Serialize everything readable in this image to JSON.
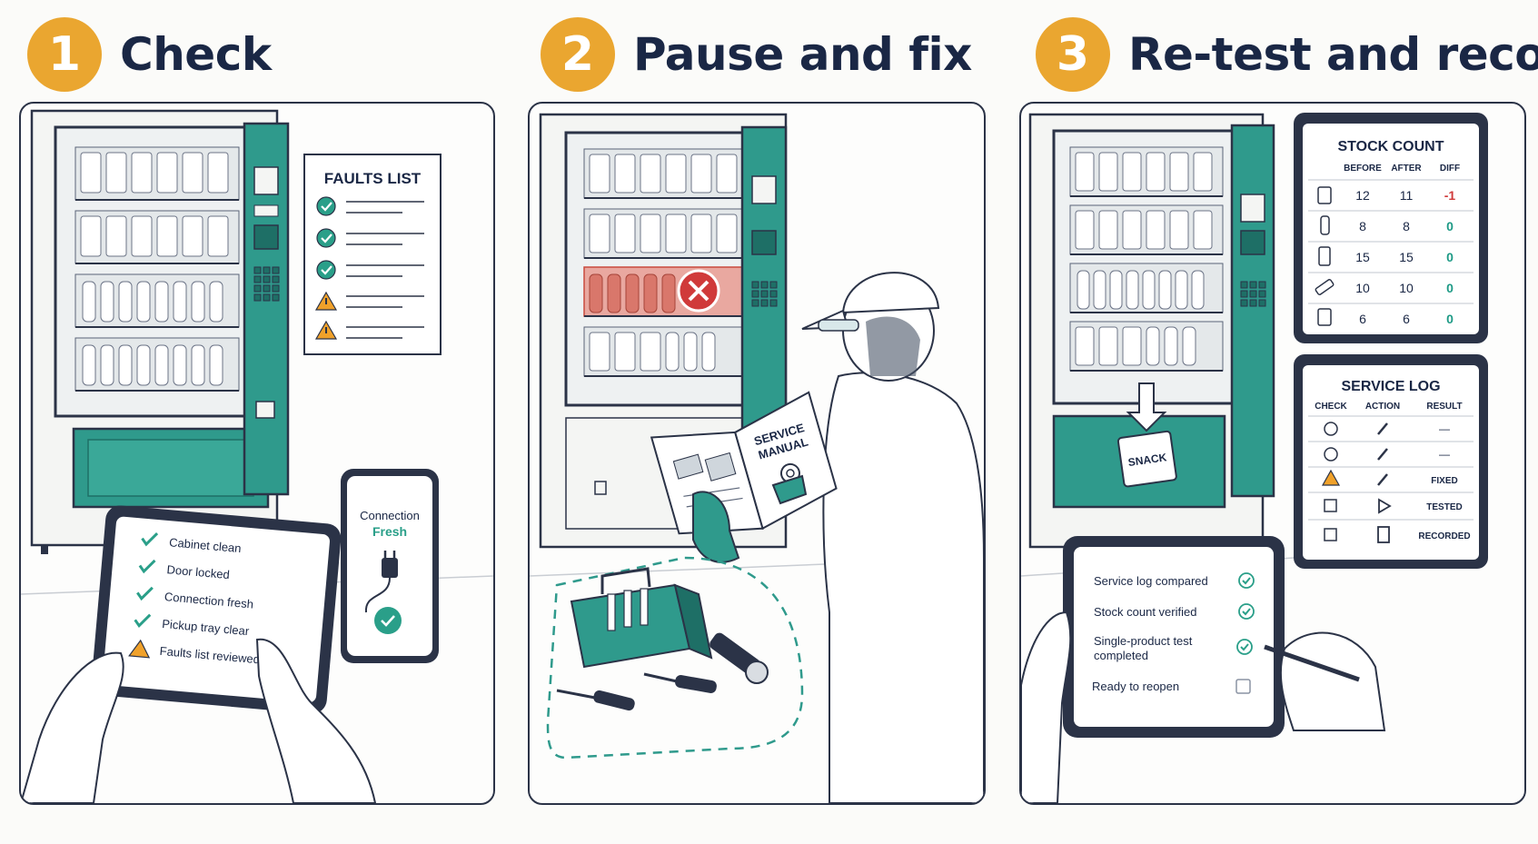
{
  "colors": {
    "teal": "#2f9a8c",
    "teal_dark": "#1e6f66",
    "badge_orange": "#eaa630",
    "navy": "#1a2745",
    "check_green": "#2a9f89",
    "warn_orange": "#f0a12a",
    "error_red": "#d03a3a",
    "fault_tint": "#e9a8a0"
  },
  "steps": [
    {
      "number": "1",
      "title": "Check"
    },
    {
      "number": "2",
      "title": "Pause and fix"
    },
    {
      "number": "3",
      "title": "Re-test and record"
    }
  ],
  "panel1": {
    "faults_list": {
      "title": "FAULTS LIST",
      "entries": [
        "check-icon",
        "check-icon",
        "check-icon",
        "warning-icon",
        "warning-icon"
      ]
    },
    "tablet_checklist": [
      {
        "label": "Cabinet clean",
        "icon": "check-icon"
      },
      {
        "label": "Door locked",
        "icon": "check-icon"
      },
      {
        "label": "Connection fresh",
        "icon": "check-icon"
      },
      {
        "label": "Pickup tray clear",
        "icon": "check-icon"
      },
      {
        "label": "Faults list reviewed",
        "icon": "warning-icon"
      }
    ],
    "phone": {
      "line1": "Connection",
      "line2": "Fresh"
    }
  },
  "panel2": {
    "manual_title": "SERVICE MANUAL",
    "manual_line1": "SERVICE",
    "manual_line2": "MANUAL",
    "fault_icon": "error-x-icon"
  },
  "panel3": {
    "stock_count": {
      "title": "STOCK COUNT",
      "columns": [
        "BEFORE",
        "AFTER",
        "DIFF"
      ],
      "rows": [
        {
          "icon": "snack-bag-icon",
          "before": "12",
          "after": "11",
          "diff": "-1",
          "diff_color": "#d03a3a"
        },
        {
          "icon": "bottle-icon",
          "before": "8",
          "after": "8",
          "diff": "0",
          "diff_color": "#1e9a86"
        },
        {
          "icon": "can-icon",
          "before": "15",
          "after": "15",
          "diff": "0",
          "diff_color": "#1e9a86"
        },
        {
          "icon": "bar-icon",
          "before": "10",
          "after": "10",
          "diff": "0",
          "diff_color": "#1e9a86"
        },
        {
          "icon": "box-icon",
          "before": "6",
          "after": "6",
          "diff": "0",
          "diff_color": "#1e9a86"
        }
      ]
    },
    "service_log": {
      "title": "SERVICE LOG",
      "columns": [
        "CHECK",
        "ACTION",
        "RESULT"
      ],
      "rows": [
        {
          "check": "circle-check-icon",
          "action": "wrench-icon",
          "result": "—"
        },
        {
          "check": "circle-check-icon",
          "action": "wrench-icon",
          "result": "—"
        },
        {
          "check": "warning-icon",
          "action": "wrench-icon",
          "result": "FIXED"
        },
        {
          "check": "box-check-icon",
          "action": "play-icon",
          "result": "TESTED"
        },
        {
          "check": "box-check-icon",
          "action": "notebook-icon",
          "result": "RECORDED"
        }
      ]
    },
    "snack_label": "SNACK",
    "tablet_checklist": [
      {
        "label": "Service log compared",
        "state": "checked"
      },
      {
        "label": "Stock count verified",
        "state": "checked"
      },
      {
        "label": "Single-product test",
        "label2": "completed",
        "state": "checked"
      },
      {
        "label": "Ready to reopen",
        "state": "empty"
      }
    ]
  }
}
